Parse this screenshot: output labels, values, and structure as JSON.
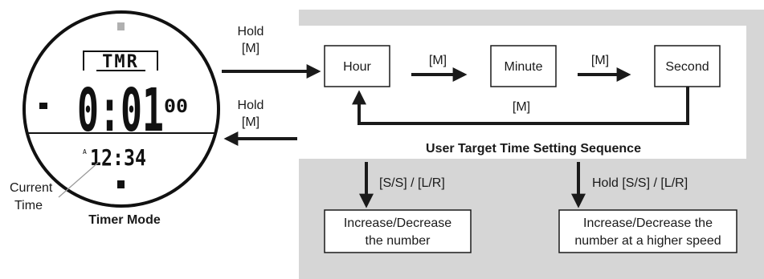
{
  "watch": {
    "mode_indicator": "TMR",
    "display_main": "0:01",
    "display_seconds": "00",
    "display_time": "12:34",
    "display_small_mark": "A",
    "current_time_label_line1": "Current",
    "current_time_label_line2": "Time",
    "caption": "Timer Mode"
  },
  "transitions": {
    "to_setting_line1": "Hold",
    "to_setting_line2": "[M]",
    "from_setting_line1": "Hold",
    "from_setting_line2": "[M]"
  },
  "sequence": {
    "title": "User Target Time Setting Sequence",
    "steps": [
      "Hour",
      "Minute",
      "Second"
    ],
    "step_button": "[M]",
    "loop_button": "[M]"
  },
  "actions": [
    {
      "button": "[S/S] / [L/R]",
      "result_line1": "Increase/Decrease",
      "result_line2": "the number"
    },
    {
      "button": "Hold [S/S] / [L/R]",
      "result_line1": "Increase/Decrease the",
      "result_line2": "number at a higher speed"
    }
  ],
  "colors": {
    "panel_gray": "#d6d6d6",
    "arrow": "#1a1a1a",
    "box_border": "#1a1a1a"
  }
}
